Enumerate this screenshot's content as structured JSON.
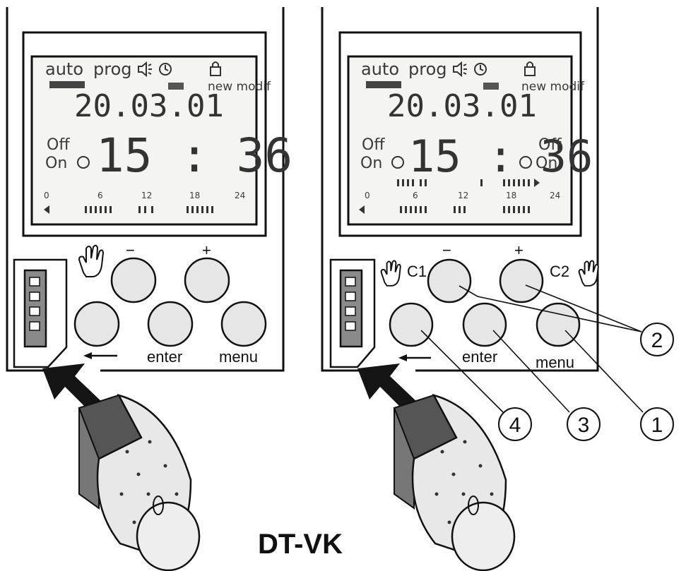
{
  "title": "DT-VK",
  "left_device": {
    "lcd": {
      "top_labels": [
        "auto",
        "prog"
      ],
      "status": "new modif",
      "date": "20.03.01",
      "time": "15 : 36",
      "channel_left": [
        "Off",
        "On"
      ],
      "scale": [
        "0",
        "6",
        "12",
        "18",
        "24"
      ]
    },
    "buttons": {
      "minus": "−",
      "plus": "+",
      "back": "←",
      "enter": "enter",
      "menu": "menu"
    }
  },
  "right_device": {
    "lcd": {
      "top_labels": [
        "auto",
        "prog"
      ],
      "status": "new modif",
      "date": "20.03.01",
      "time": "15 : 36",
      "channel_left": [
        "Off",
        "On"
      ],
      "channel_right": [
        "Off",
        "On"
      ],
      "scale": [
        "0",
        "6",
        "12",
        "18",
        "24"
      ]
    },
    "buttons": {
      "minus": "−",
      "plus": "+",
      "c1": "C1",
      "c2": "C2",
      "back": "←",
      "enter": "enter",
      "menu": "menu"
    },
    "callouts": [
      "2",
      "4",
      "3",
      "1"
    ]
  },
  "icons": [
    "hand-icon",
    "speaker-icon",
    "clock-icon",
    "lock-icon",
    "memory-key-icon",
    "insert-arrow-icon"
  ]
}
